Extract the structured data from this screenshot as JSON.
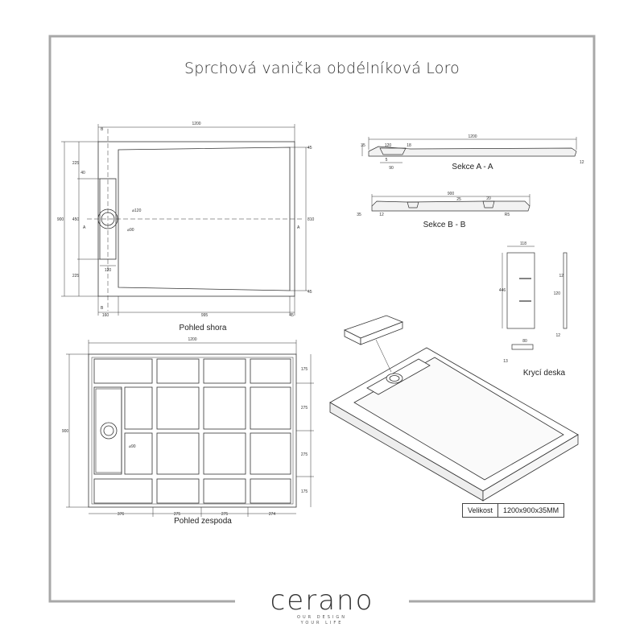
{
  "title": "Sprchová vanička obdélníková Loro",
  "views": {
    "top": {
      "label": "Pohled shora",
      "dims": {
        "width": "1200",
        "height": "900",
        "top_margin": "45",
        "bottom_margin": "45",
        "left_225_top": "225",
        "left_40": "40",
        "left_450": "450",
        "left_225_bottom": "225",
        "right_810": "810",
        "drain_d120": "⌀120",
        "drain_d90": "⌀90",
        "drain_120": "120",
        "bottom_160": "160",
        "bottom_995": "995",
        "bottom_45": "45",
        "section_b": "B",
        "section_a": "A"
      }
    },
    "bottom": {
      "label": "Pohled zespoda",
      "dims": {
        "width": "1200",
        "height": "900",
        "right_175_top": "175",
        "right_275_a": "275",
        "right_275_b": "275",
        "right_175_bottom": "175",
        "drain_d90": "⌀90",
        "bottom_376": "376",
        "bottom_275_a": "275",
        "bottom_275_b": "275",
        "bottom_274": "274"
      }
    },
    "section_aa": {
      "label": "Sekce A - A",
      "dims": {
        "length": "1200",
        "h35": "35",
        "w120": "120",
        "w18": "18",
        "w5": "5",
        "w90": "90",
        "w12": "12"
      }
    },
    "section_bb": {
      "label": "Sekce B - B",
      "dims": {
        "length": "900",
        "w25": "25",
        "w20": "20",
        "h35": "35",
        "w12": "12",
        "r5": "R5"
      }
    },
    "cover": {
      "label": "Krycí deska",
      "dims": {
        "w118": "118",
        "h446": "446",
        "d12a": "12",
        "d120": "120",
        "d12b": "12",
        "w80": "80",
        "h13": "13"
      }
    }
  },
  "size_table": {
    "label": "Velikost",
    "value": "1200x900x35MM"
  },
  "brand": {
    "name": "cerano",
    "tagline_1": "OUR DESIGN",
    "tagline_2": "YOUR LIFE"
  }
}
